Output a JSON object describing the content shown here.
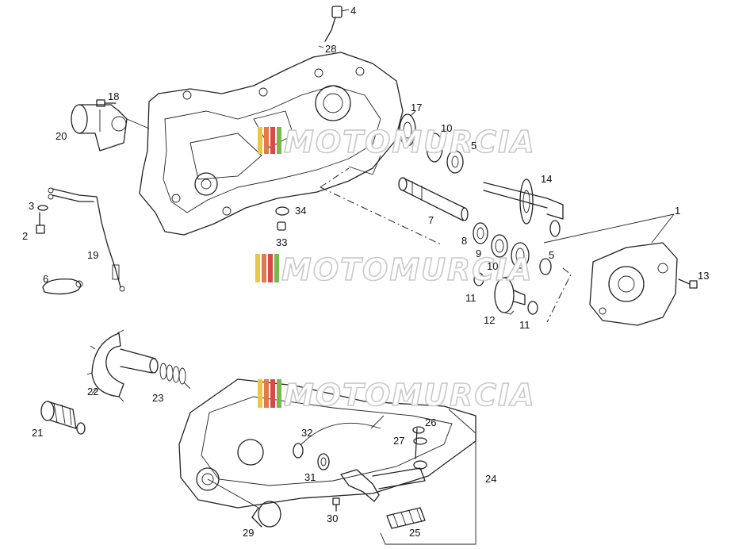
{
  "diagram": {
    "callouts": [
      "1",
      "2",
      "3",
      "4",
      "5",
      "5",
      "6",
      "7",
      "8",
      "9",
      "10",
      "11",
      "11",
      "12",
      "13",
      "14",
      "17",
      "18",
      "19",
      "20",
      "21",
      "22",
      "23",
      "24",
      "25",
      "26",
      "27",
      "28",
      "29",
      "30",
      "31",
      "32",
      "33",
      "34",
      "10"
    ],
    "watermark": {
      "text": "MOTOMURCIA",
      "stripe_colors": [
        "#e8c84a",
        "#e07a4a",
        "#d84a4a",
        "#7ab84a"
      ]
    }
  }
}
